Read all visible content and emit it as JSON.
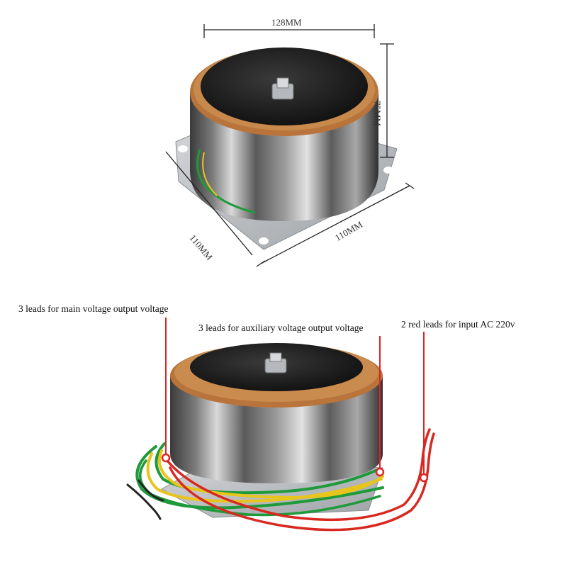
{
  "dimensions": {
    "diameter": "128MM",
    "height": "75MM",
    "base_depth": "110MM",
    "base_width": "110MM"
  },
  "annotations": {
    "main_output": "3 leads for main voltage output voltage",
    "aux_output": "3 leads for auxiliary voltage output voltage",
    "input": "2 red leads for input AC 220v"
  },
  "colors": {
    "lead_red": "#e02424",
    "wire_green": "#1f9a3a",
    "wire_yellow": "#e8c51c",
    "wire_red": "#d8281f",
    "wire_black": "#222222",
    "copper": "#b8743a",
    "cap": "#1a1a1a",
    "base_plate": "#b9bcc0"
  }
}
